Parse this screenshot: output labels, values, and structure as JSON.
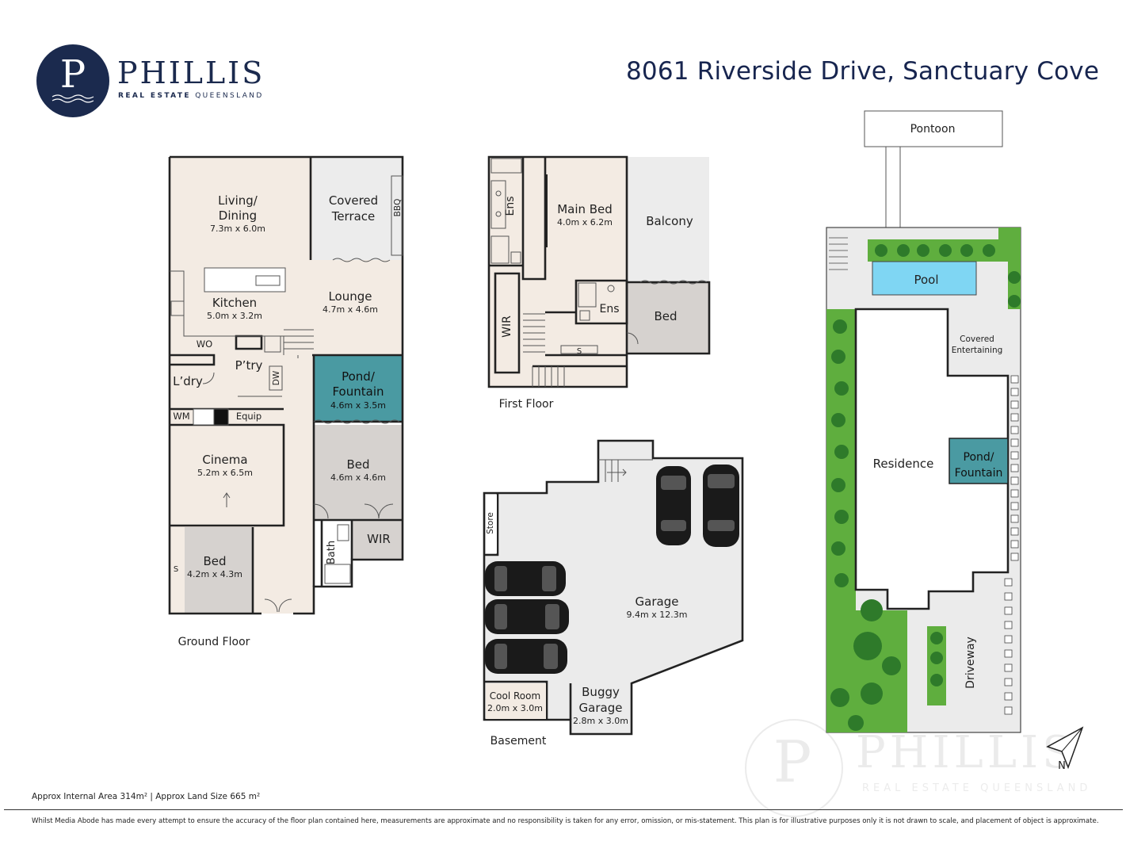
{
  "brand": {
    "initial": "P",
    "name": "PHILLIS",
    "sub_bold": "REAL ESTATE",
    "sub_rest": "QUEENSLAND",
    "navy": "#1b2a4e"
  },
  "address": "8061 Riverside Drive, Sanctuary Cove",
  "colors": {
    "floor": "#f3ebe3",
    "room_grey": "#d6d2cf",
    "paving": "#ebebeb",
    "pond": "#4a9aa2",
    "pool": "#7fd6f3",
    "garden": "#5fae3e",
    "wall": "#222222"
  },
  "ground_floor": {
    "title": "Ground Floor",
    "rooms": {
      "living": {
        "name1": "Living/",
        "name2": "Dining",
        "dims": "7.3m x 6.0m"
      },
      "terrace": {
        "name1": "Covered",
        "name2": "Terrace",
        "bbq": "BBQ"
      },
      "kitchen": {
        "name": "Kitchen",
        "dims": "5.0m x 3.2m"
      },
      "lounge": {
        "name": "Lounge",
        "dims": "4.7m x 4.6m"
      },
      "wo": "WO",
      "pantry": "P’try",
      "dw": "DW",
      "laundry": "L’dry",
      "wm": "WM",
      "equip": "Equip",
      "pond": {
        "name1": "Pond/",
        "name2": "Fountain",
        "dims": "4.6m x 3.5m"
      },
      "cinema": {
        "name": "Cinema",
        "dims": "5.2m x 6.5m"
      },
      "bed1": {
        "name": "Bed",
        "dims": "4.6m x 4.6m"
      },
      "wir": "WIR",
      "bath": "Bath",
      "bed2": {
        "name": "Bed",
        "dims": "4.2m x 4.3m"
      },
      "s": "S"
    }
  },
  "first_floor": {
    "title": "First Floor",
    "rooms": {
      "ens1": "Ens",
      "main_bed": {
        "name": "Main Bed",
        "dims": "4.0m x 6.2m"
      },
      "balcony": "Balcony",
      "ens2": "Ens",
      "bed": "Bed",
      "wir": "WIR",
      "s": "S"
    }
  },
  "basement": {
    "title": "Basement",
    "rooms": {
      "store": "Store",
      "garage": {
        "name": "Garage",
        "dims": "9.4m x 12.3m"
      },
      "cool_room": {
        "name": "Cool Room",
        "dims": "2.0m x 3.0m"
      },
      "buggy": {
        "name1": "Buggy",
        "name2": "Garage",
        "dims": "2.8m x 3.0m"
      }
    }
  },
  "site_plan": {
    "pontoon": "Pontoon",
    "pool": "Pool",
    "covered1": "Covered",
    "covered2": "Entertaining",
    "residence": "Residence",
    "pond1": "Pond/",
    "pond2": "Fountain",
    "driveway": "Driveway",
    "compass": "N"
  },
  "footer": {
    "area": "Approx Internal Area 314m² | Approx Land Size 665 m²",
    "disclaimer": "Whilst Media Abode has made every attempt to ensure the accuracy of the floor plan contained here, measurements are approximate and no responsibility is taken for any error, omission, or mis-statement. This plan is for illustrative purposes only it is not drawn to scale, and placement of object is approximate."
  }
}
